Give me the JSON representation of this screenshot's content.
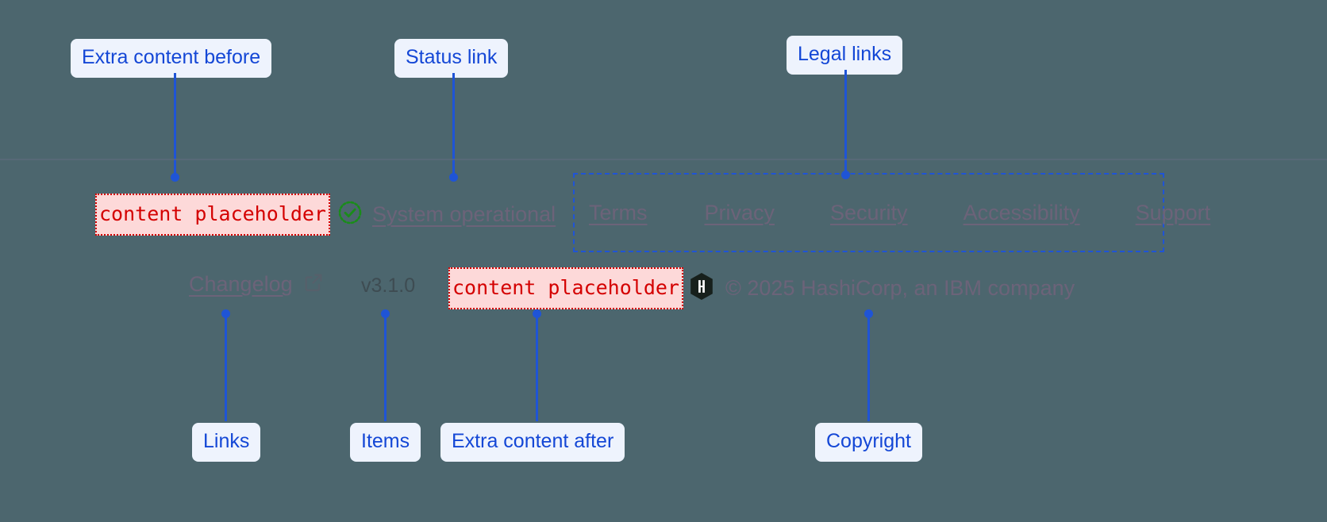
{
  "background_color": "#4c666e",
  "accent_color": "#1f54d6",
  "annotations": [
    {
      "id": "extra-before",
      "label": "Extra content before"
    },
    {
      "id": "status-link",
      "label": "Status link"
    },
    {
      "id": "legal-links",
      "label": "Legal links"
    },
    {
      "id": "links",
      "label": "Links"
    },
    {
      "id": "items",
      "label": "Items"
    },
    {
      "id": "extra-after",
      "label": "Extra content after"
    },
    {
      "id": "copyright",
      "label": "Copyright"
    }
  ],
  "footer": {
    "extra_before": {
      "text": "content placeholder"
    },
    "extra_after": {
      "text": "content placeholder"
    },
    "status": {
      "icon": "check-circle-icon",
      "icon_color": "#1a8c1a",
      "label": "System operational"
    },
    "legal_links": [
      {
        "label": "Terms"
      },
      {
        "label": "Privacy"
      },
      {
        "label": "Security"
      },
      {
        "label": "Accessibility"
      },
      {
        "label": "Support"
      }
    ],
    "changelog": {
      "label": "Changelog",
      "icon": "external-link-icon"
    },
    "version": "v3.1.0",
    "copyright": {
      "logo": "hashicorp-logo",
      "text": "© 2025 HashiCorp, an IBM company"
    }
  }
}
